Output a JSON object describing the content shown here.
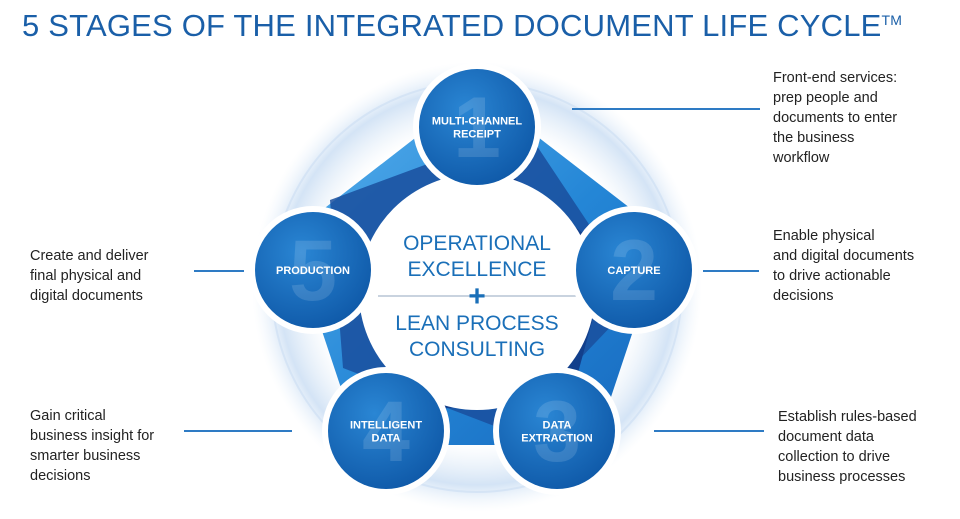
{
  "title": {
    "text": "5 STAGES OF THE INTEGRATED DOCUMENT LIFE CYCLE",
    "trademark": "TM"
  },
  "center": {
    "line1": "OPERATIONAL",
    "line2": "EXCELLENCE",
    "plus": "+",
    "line3": "LEAN PROCESS",
    "line4": "CONSULTING"
  },
  "stages": [
    {
      "number": "1",
      "label_lines": [
        "MULTI-CHANNEL",
        "RECEIPT"
      ]
    },
    {
      "number": "2",
      "label_lines": [
        "CAPTURE"
      ]
    },
    {
      "number": "3",
      "label_lines": [
        "DATA",
        "EXTRACTION"
      ]
    },
    {
      "number": "4",
      "label_lines": [
        "INTELLIGENT",
        "DATA"
      ]
    },
    {
      "number": "5",
      "label_lines": [
        "PRODUCTION"
      ]
    }
  ],
  "descriptions": {
    "stage1": [
      "Front-end services:",
      "prep people and",
      "documents to enter",
      "the business",
      "workflow"
    ],
    "stage2": [
      "Enable physical",
      "and digital documents",
      "to drive actionable",
      "decisions"
    ],
    "stage3": [
      "Establish rules-based",
      "document data",
      "collection to drive",
      "business processes"
    ],
    "stage4": [
      "Gain critical",
      "business insight for",
      "smarter business",
      "decisions"
    ],
    "stage5": [
      "Create and deliver",
      "final physical and",
      "digital documents"
    ]
  },
  "colors": {
    "title": "#1a5fa8",
    "circle_fill": "#1466b8",
    "ribbon_light": "#3a9be0",
    "ribbon_dark": "#123f8c",
    "connector": "#2e7bc4"
  }
}
